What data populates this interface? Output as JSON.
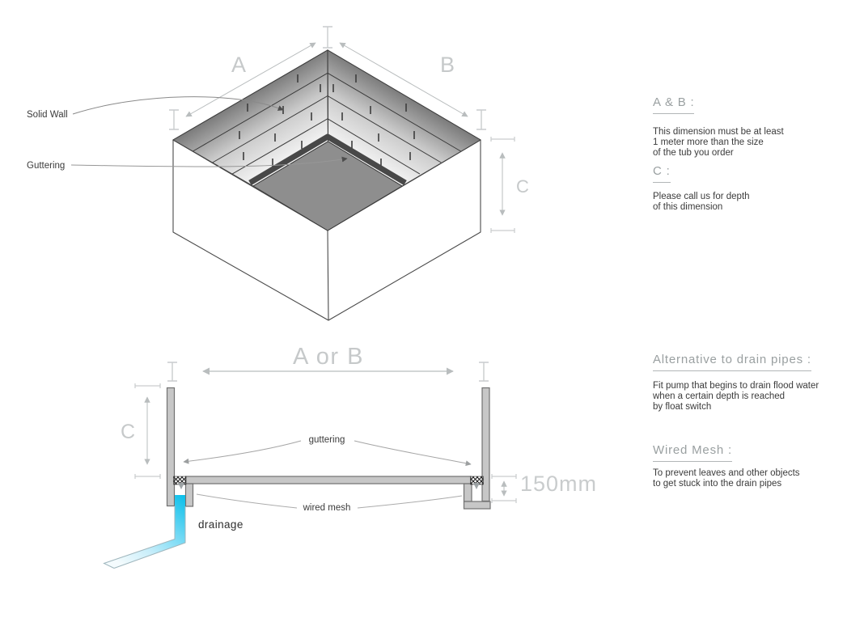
{
  "figure": {
    "isometric": {
      "dim_a": "A",
      "dim_b": "B",
      "dim_c": "C",
      "solid_wall_label": "Solid Wall",
      "guttering_label": "Guttering"
    },
    "section": {
      "dim_a_or_b": "A or B",
      "dim_c": "C",
      "depth_label": "150mm",
      "guttering_label": "guttering",
      "wired_mesh_label": "wired mesh",
      "drainage_label": "drainage"
    }
  },
  "notes": {
    "ab": {
      "heading": "A & B :",
      "body": "This dimension must be at least\n1 meter more than the size\nof the tub you order"
    },
    "c": {
      "heading": "C :",
      "body": "Please call us for depth\nof this dimension"
    },
    "alt": {
      "heading": "Alternative to drain pipes :",
      "body": "Fit pump that begins to drain flood water\nwhen a certain depth is reached\nby float switch"
    },
    "mesh": {
      "heading": "Wired Mesh :",
      "body": "To prevent leaves and other objects\nto get stuck into the drain pipes"
    }
  },
  "colors": {
    "dimension_gray": "#c6c9ca",
    "dimension_line": "#b9bdbe",
    "label_dark": "#3b3b3b",
    "heading_gray": "#9aa0a1",
    "structure_fill": "#c7c7c7",
    "structure_stroke": "#717171",
    "pit_floor": "#8e8e8e",
    "gutter_rim": "#484848",
    "drain_blue": "#0fc0ea"
  }
}
